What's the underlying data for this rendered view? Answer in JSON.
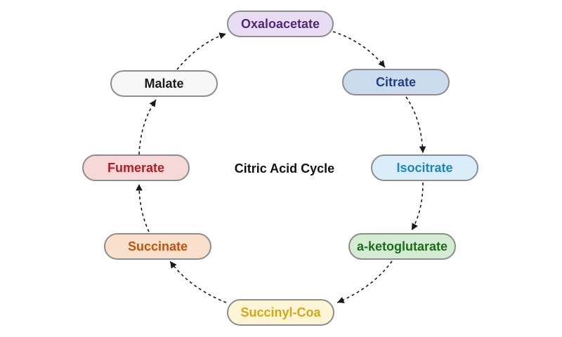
{
  "title": "Citric Acid Cycle",
  "nodes": [
    {
      "id": "oxaloacetate",
      "label": "Oxaloacetate",
      "fill": "#e9ddf3",
      "text_color": "#4d2a78"
    },
    {
      "id": "citrate",
      "label": "Citrate",
      "fill": "#cbdbee",
      "text_color": "#1f3f86"
    },
    {
      "id": "isocitrate",
      "label": "Isocitrate",
      "fill": "#d9eef9",
      "text_color": "#1f84c2"
    },
    {
      "id": "a-ketoglutarate",
      "label": "a-ketoglutarate",
      "fill": "#d3ecd2",
      "text_color": "#1d6b1b"
    },
    {
      "id": "succinyl-coa",
      "label": "Succinyl-Coa",
      "fill": "#fdf5d5",
      "text_color": "#d4a813"
    },
    {
      "id": "succinate",
      "label": "Succinate",
      "fill": "#f9e0cc",
      "text_color": "#c45209"
    },
    {
      "id": "fumerate",
      "label": "Fumerate",
      "fill": "#f7d8d8",
      "text_color": "#b81b24"
    },
    {
      "id": "malate",
      "label": "Malate",
      "fill": "#f7f7f7",
      "text_color": "#1a1a1a"
    }
  ],
  "edges": [
    {
      "from": "oxaloacetate",
      "to": "citrate"
    },
    {
      "from": "citrate",
      "to": "isocitrate"
    },
    {
      "from": "isocitrate",
      "to": "a-ketoglutarate"
    },
    {
      "from": "a-ketoglutarate",
      "to": "succinyl-coa"
    },
    {
      "from": "succinyl-coa",
      "to": "succinate"
    },
    {
      "from": "succinate",
      "to": "fumerate"
    },
    {
      "from": "fumerate",
      "to": "malate"
    },
    {
      "from": "malate",
      "to": "oxaloacetate"
    }
  ],
  "colors": {
    "node_border": "#8d8d8d",
    "arrow": "#1a1a1a",
    "title": "#111111"
  }
}
